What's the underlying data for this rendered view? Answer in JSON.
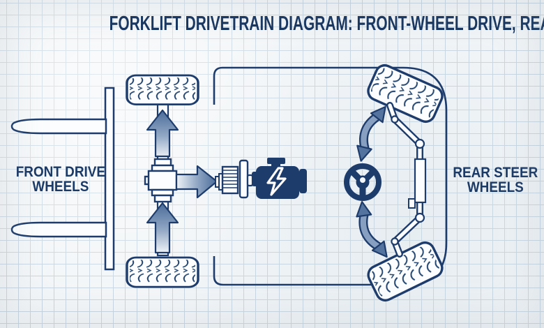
{
  "title": {
    "text": "FORKLIFT DRIVETRAIN DIAGRAM: FRONT-WHEEL DRIVE, REAR-WHEEL STEER"
  },
  "labels": {
    "front": {
      "line1": "FRONT DRIVE",
      "line2": "WHEELS"
    },
    "rear": {
      "line1": "REAR STEER",
      "line2": "WHEELS"
    }
  },
  "icons": {
    "engine": "engine-icon",
    "lightning": "lightning-bolt-icon",
    "steering_wheel": "steering-wheel-icon",
    "transmission": "transmission-gear-icon",
    "differential": "differential-gearbox",
    "tire": "tire-icon",
    "up_arrow": "power-flow-up-arrow-icon",
    "right_arrow": "power-flow-right-arrow-icon",
    "swivel_arrow": "steer-swivel-arrow-icon",
    "forks": "fork-tines",
    "chassis": "chassis-outline"
  },
  "colors": {
    "navy": "#1e3c6b",
    "title_navy": "#16345e",
    "steel": "#879fc0",
    "steel_dark": "#4a6b99",
    "steel_light": "#eef2f7",
    "paper": "#f3f6f8",
    "grid_line": "#c7d5e1",
    "shape_fill": "#fbfdfe"
  }
}
